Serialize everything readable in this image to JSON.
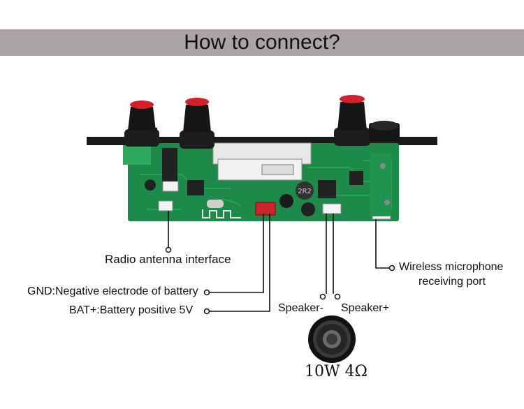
{
  "header": {
    "title": "How to connect?"
  },
  "labels": {
    "radio_antenna": "Radio antenna interface",
    "wireless_mic_line1": "Wireless microphone",
    "wireless_mic_line2": "receiving port",
    "gnd": "GND:Negative electrode of battery",
    "bat": "BAT+:Battery positive 5V",
    "speaker_neg": "Speaker-",
    "speaker_pos": "Speaker+",
    "speaker_spec": "10W 4Ω"
  },
  "board": {
    "inductor_mark": "2R2"
  },
  "colors": {
    "banner": "#a9a5a5",
    "pcb": "#1e8a4a",
    "knob_cap": "#d4202a",
    "connector_red": "#c8262a"
  }
}
